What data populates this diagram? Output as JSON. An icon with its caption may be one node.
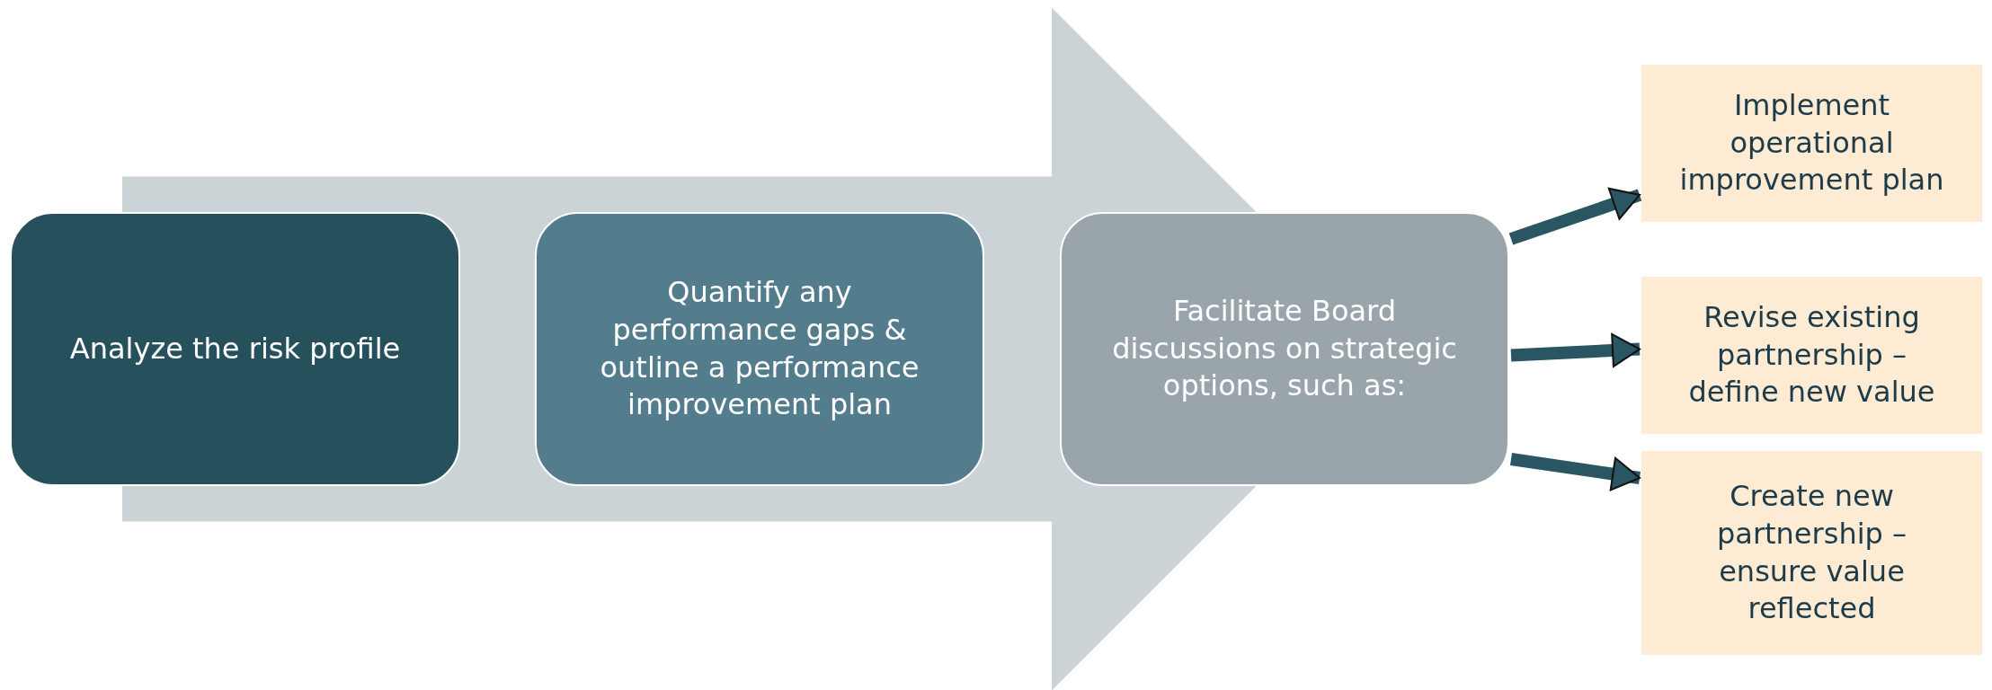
{
  "diagram": {
    "nodes": [
      {
        "text": [
          "Analyze the risk profile"
        ]
      },
      {
        "text": [
          "Quantify any performance gaps & outline a performance improvement plan"
        ]
      },
      {
        "text": [
          "Facilitate Board discussions on strategic options, such as:"
        ]
      },
      {
        "text": [
          "Implement operational improvement plan"
        ]
      },
      {
        "text": [
          "Revise existing partnership – define new value"
        ]
      },
      {
        "text": [
          "Create new partnership – ensure value reflected"
        ]
      }
    ],
    "edges": [
      {
        "from": 0,
        "to": 2,
        "arrow": "to",
        "style": "thick",
        "color": "#ccd3d6"
      },
      {
        "from": 2,
        "to": 3,
        "arrow": "to"
      },
      {
        "from": 2,
        "to": 4,
        "arrow": "to"
      },
      {
        "from": 2,
        "to": 5,
        "arrow": "to"
      }
    ]
  }
}
